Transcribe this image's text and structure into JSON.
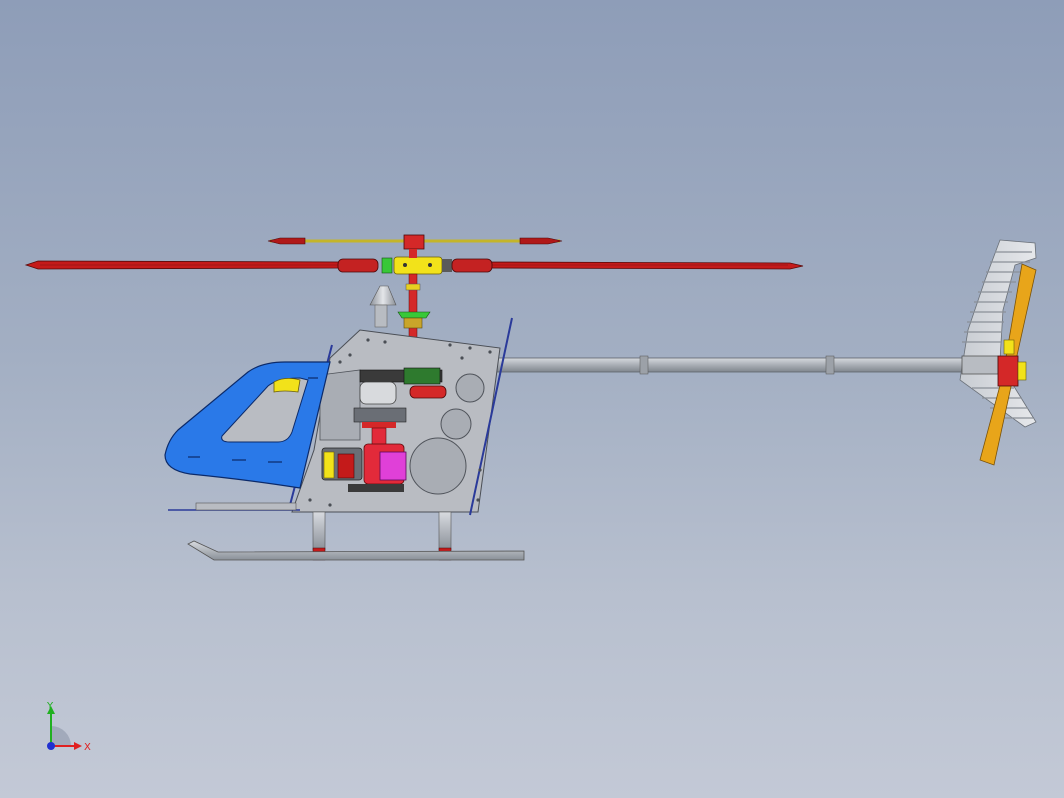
{
  "scene": {
    "background_top": "#8e9db8",
    "background_bottom": "#c3c9d6",
    "model": "rc-helicopter-side-view"
  },
  "triad": {
    "x_label": "X",
    "y_label": "Y",
    "x_color": "#e02020",
    "y_color": "#20b020",
    "origin_color": "#2030d0"
  },
  "colors": {
    "blade_red": "#c41a1a",
    "hub_yellow": "#f2e21a",
    "canopy_blue": "#2a79e8",
    "frame_grey": "#b9bcc2",
    "boom_grey": "#aeb2b8",
    "tail_blade_orange": "#e8a51a",
    "servo_magenta": "#e040d8",
    "servo_red": "#e22a3a",
    "gear_green": "#38c838"
  }
}
